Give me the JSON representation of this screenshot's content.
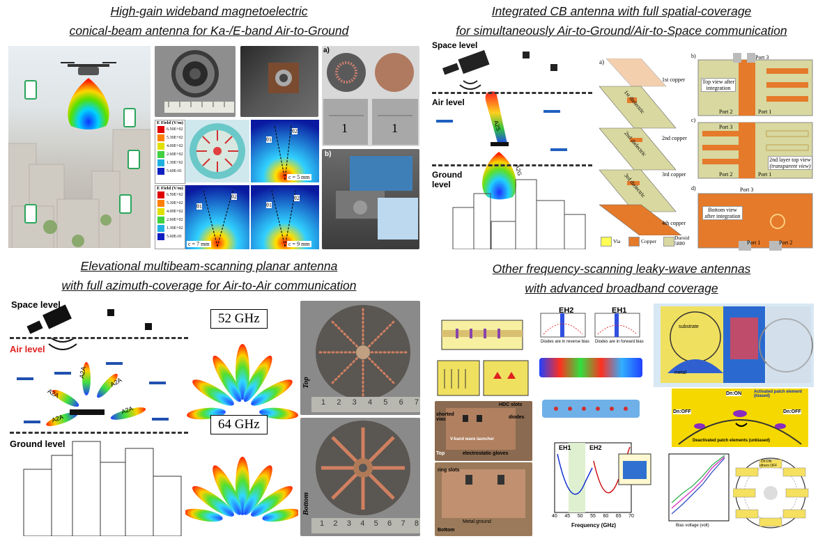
{
  "titles": {
    "tl_line1": "High-gain wideband magnetoelectric",
    "tl_line2": "conical-beam antenna for Ka-/E-band Air-to-Ground",
    "tr_line1": "Integrated CB antenna with full spatial-coverage",
    "tr_line2": "for simultaneously Air-to-Ground/Air-to-Space communication",
    "bl_line1": "Elevational multibeam-scanning planar antenna",
    "bl_line2": "with full azimuth-coverage for Air-to-Air communication",
    "br_line1": "Other frequency-scanning leaky-wave antennas",
    "br_line2": "with advanced broadband coverage"
  },
  "tl": {
    "legend_title": "E Field (V/m)",
    "legend_values": [
      "6.50E+02",
      "5.30E+02",
      "4.00E+02",
      "2.60E+02",
      "1.30E+02",
      "5.60E-01"
    ],
    "sim_labels": [
      "c = 5 mm",
      "c = 7 mm",
      "c = 9 mm"
    ],
    "theta1": "θ1",
    "theta2": "θ2",
    "panel_a": "a)",
    "panel_b": "b)",
    "ruler_digit": "1"
  },
  "tr": {
    "space_level": "Space level",
    "air_level": "Air level",
    "ground_level": "Ground level",
    "a2s": "A2S",
    "a2g": "A2G",
    "layers": [
      "1st copper",
      "2nd copper",
      "3rd copper",
      "4th copper"
    ],
    "dielectrics": [
      "1st dielectric",
      "2nd dielectric",
      "3rd dielectric"
    ],
    "panel_a": "a)",
    "panel_b": "b)",
    "panel_c": "c)",
    "panel_d": "d)",
    "top_view": "Top view after integration",
    "layer2_view_1": "2nd layer top view",
    "layer2_view_2": "(transparent view)",
    "bottom_view": "Bottom view after integration",
    "port1": "Port 1",
    "port2": "Port 2",
    "port3": "Port 3",
    "legend_via": "Via",
    "legend_copper": "Copper",
    "legend_duroid": "Duroid 5880"
  },
  "bl": {
    "space_level": "Space level",
    "air_level": "Air level",
    "ground_level": "Ground level",
    "a2a": "A2A",
    "freq1": "52 GHz",
    "freq2": "64 GHz",
    "top": "Top",
    "bottom": "Bottom",
    "ruler": [
      "1",
      "2",
      "3",
      "4",
      "5",
      "6",
      "7",
      "8"
    ]
  },
  "br": {
    "eh1": "EH1",
    "eh2": "EH2",
    "freq_axis": "Frequency (GHz)",
    "freq_ticks": [
      "40",
      "45",
      "50",
      "55",
      "60",
      "65",
      "70"
    ],
    "activated": "Activated patch element (biased)",
    "deactivated": "Deactivated patch elements (unbiased)",
    "d_off": "Dn:OFF",
    "d_on": "Dn:ON",
    "others_off": "others OFF",
    "substrate": "substrate",
    "metal": "metal",
    "shorted_vias": "shorted vias",
    "hdc_slots": "HDC slots",
    "diodes": "diodes",
    "electrostatic": "electrostatic gloves",
    "ring_slots": "ring slots",
    "metal_ground": "Metal ground",
    "bottom": "Bottom",
    "top": "Top",
    "vband": "V-band wave launcher",
    "reverse_bias": "Diodes are in reverse bias",
    "forward_bias": "Diodes are in forward bias",
    "bias_voltage": "Bias voltage (volt)"
  },
  "colors": {
    "sky": "#dfe9f2",
    "city": "#b9b6b0",
    "copper": "#e57a2a",
    "duroid": "#d8d8a0",
    "via": "#ffff55"
  }
}
